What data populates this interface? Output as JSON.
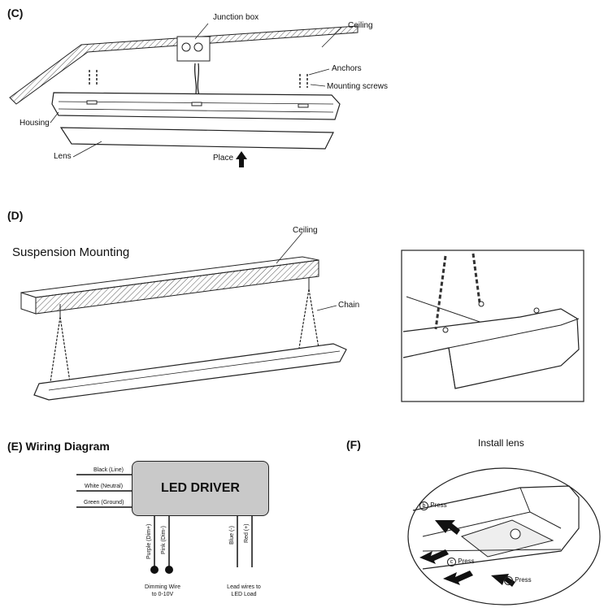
{
  "section_c": {
    "label": "(C)",
    "junction_box": "Junction box",
    "ceiling": "Ceiling",
    "anchors": "Anchors",
    "mounting_screws": "Mounting screws",
    "housing": "Housing",
    "lens": "Lens",
    "place": "Place"
  },
  "section_d": {
    "label": "(D)",
    "title": "Suspension Mounting",
    "ceiling": "Ceiling",
    "chain": "Chain"
  },
  "section_e": {
    "label": "(E)  Wiring Diagram",
    "driver": "LED DRIVER",
    "wire_black": "Black (Line)",
    "wire_white": "White (Neutral)",
    "wire_green": "Green (Ground)",
    "wire_purple": "Purple (Dim+)",
    "wire_pink": "Pink (Dim-)",
    "wire_blue": "Blue (-)",
    "wire_red": "Red (+)",
    "dimming_note_1": "Dimming Wire",
    "dimming_note_2": "to 0-10V",
    "lead_note_1": "Lead wires to",
    "lead_note_2": "LED Load"
  },
  "section_f": {
    "label": "(F)",
    "title": "Install lens",
    "press_b": "Press",
    "press_c": "Press",
    "press_a": "Press",
    "mark_a": "a",
    "mark_b": "b",
    "mark_c": "c"
  }
}
